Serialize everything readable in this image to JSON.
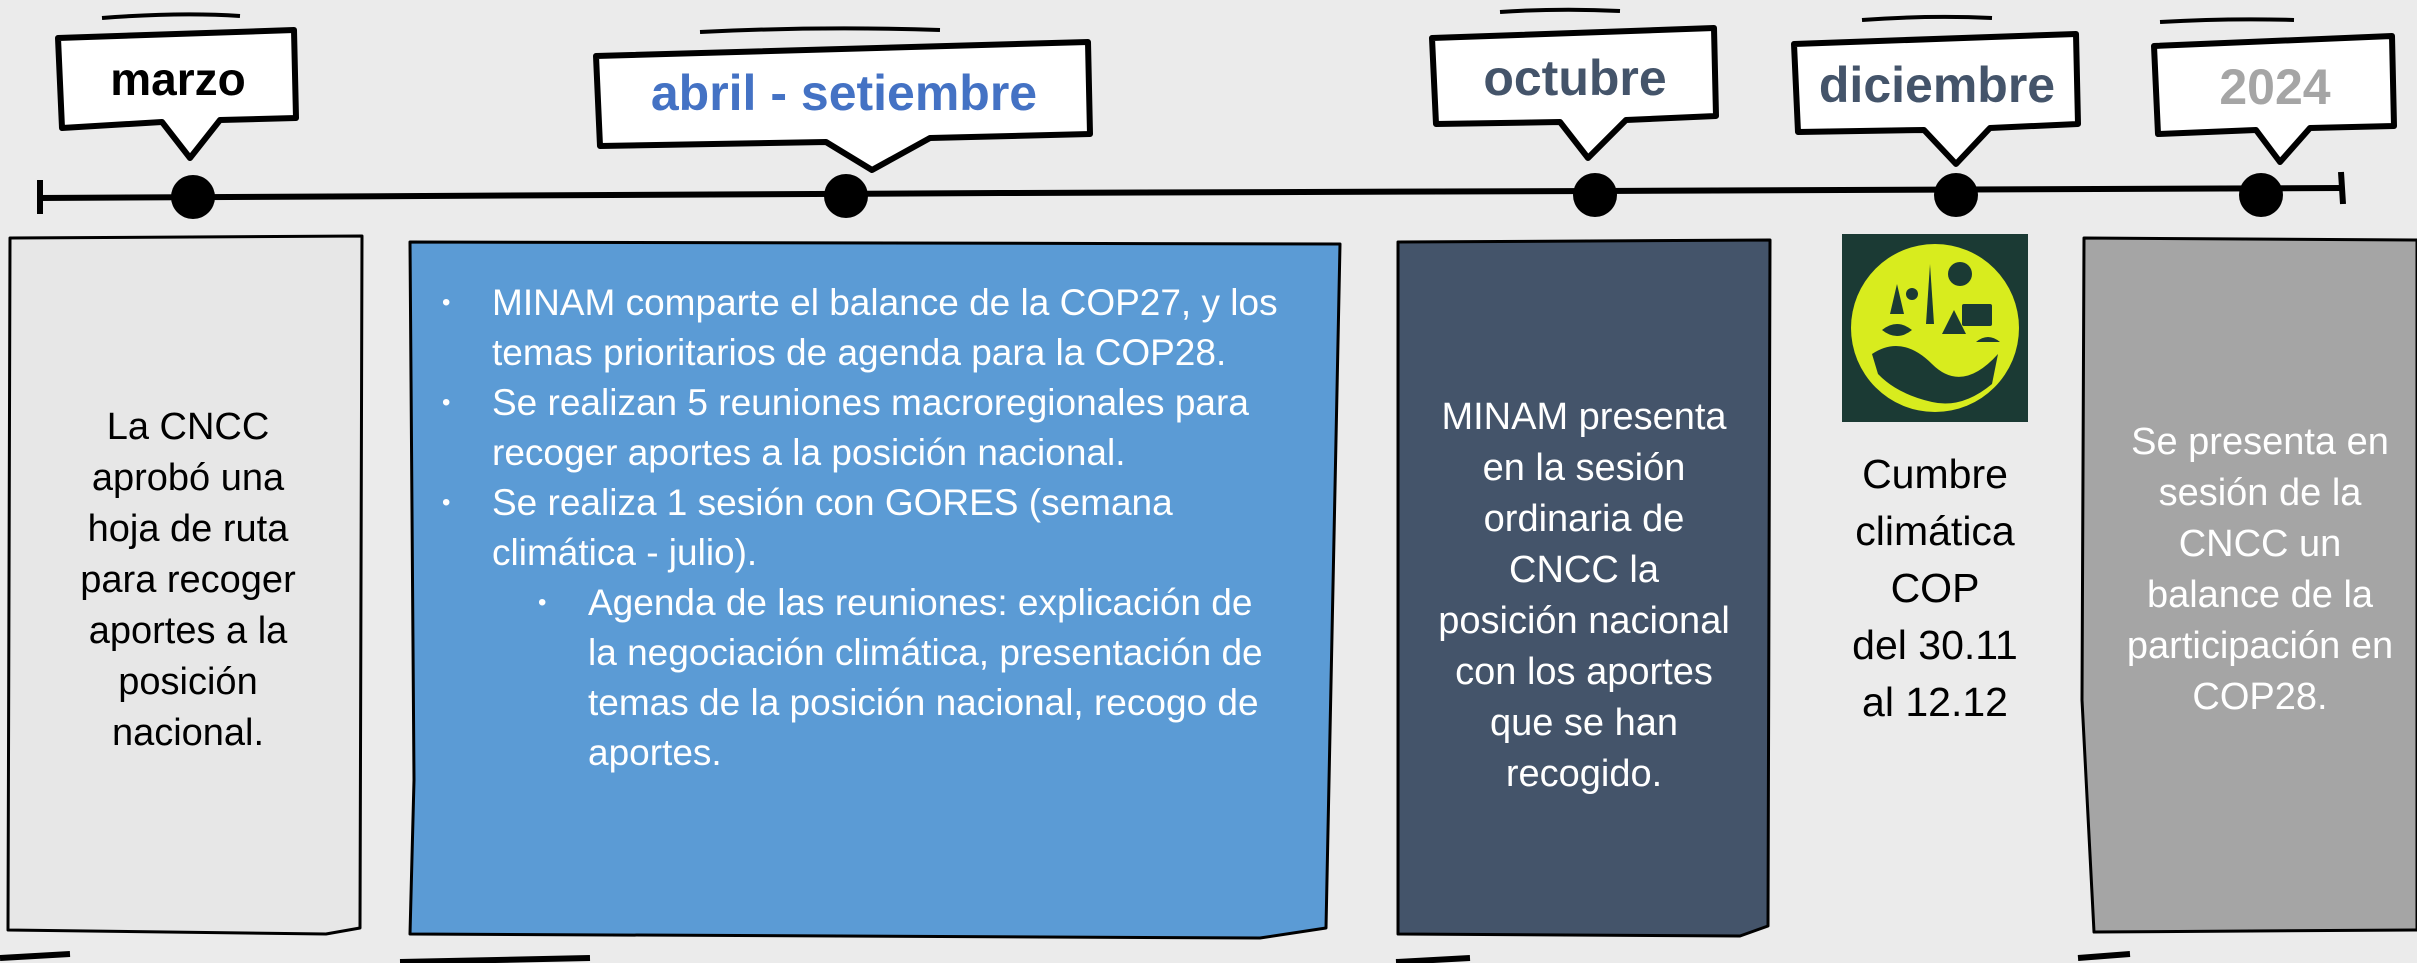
{
  "colors": {
    "background": "#ebebeb",
    "blue_card": "#5b9bd5",
    "slate_card": "#44546a",
    "gray_card": "#a5a5a5",
    "light_card": "#e7e7e7",
    "label_blue": "#4472c4",
    "label_slate": "#44546a",
    "label_gray": "#a5a5a5"
  },
  "timeline": {
    "labels": [
      "marzo",
      "abril - setiembre",
      "octubre",
      "diciembre",
      "2024"
    ]
  },
  "cards": {
    "marzo": {
      "text": "La CNCC aprobó una hoja de ruta para recoger aportes a la posición nacional."
    },
    "abril": {
      "items": [
        {
          "level": 1,
          "text": "MINAM comparte el balance de la COP27, y los temas prioritarios de agenda para la COP28."
        },
        {
          "level": 1,
          "text": "Se realizan 5 reuniones macroregionales para recoger aportes a la posición nacional."
        },
        {
          "level": 1,
          "text": "Se realiza 1 sesión con GORES (semana climática - julio)."
        },
        {
          "level": 2,
          "text": "Agenda de las reuniones: explicación de la negociación climática, presentación de temas de la posición nacional, recogo de aportes."
        }
      ]
    },
    "octubre": {
      "text": "MINAM presenta en la sesión ordinaria de CNCC la posición nacional con los aportes que se han recogido."
    },
    "diciembre": {
      "lines": [
        "Cumbre",
        "climática",
        "COP",
        "del 30.11",
        "al 12.12"
      ]
    },
    "y2024": {
      "text": "Se presenta en sesión de la CNCC un balance de la participación en COP28."
    }
  },
  "icons": {
    "cop_emblem": "climate-emblem-icon"
  }
}
